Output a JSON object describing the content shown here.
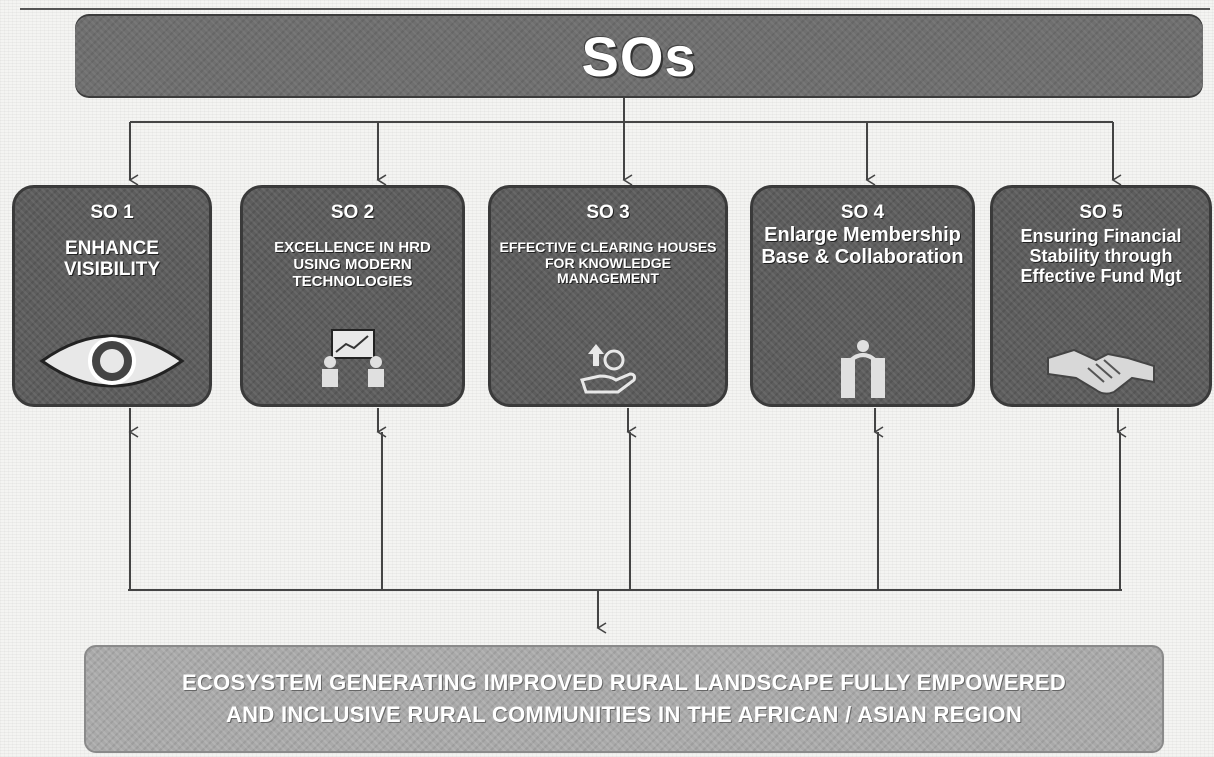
{
  "header": {
    "title": "SOs"
  },
  "objectives": [
    {
      "number": "SO 1",
      "text": "ENHANCE VISIBILITY",
      "icon": "eye-icon"
    },
    {
      "number": "SO 2",
      "text": "EXCELLENCE IN  HRD USING MODERN TECHNOLOGIES",
      "icon": "presentation-icon"
    },
    {
      "number": "SO 3",
      "text": "EFFECTIVE CLEARING HOUSES FOR KNOWLEDGE MANAGEMENT",
      "icon": "knowledge-hand-icon"
    },
    {
      "number": "SO 4",
      "text": "Enlarge Membership Base & Collaboration",
      "icon": "people-icon"
    },
    {
      "number": "SO 5",
      "text": "Ensuring Financial Stability through Effective Fund Mgt",
      "icon": "handshake-icon"
    }
  ],
  "outcome": {
    "line1": "ECOSYSTEM GENERATING IMPROVED RURAL LANDSCAPE FULLY EMPOWERED",
    "line2": "AND INCLUSIVE RURAL COMMUNITIES IN THE AFRICAN / ASIAN REGION"
  }
}
